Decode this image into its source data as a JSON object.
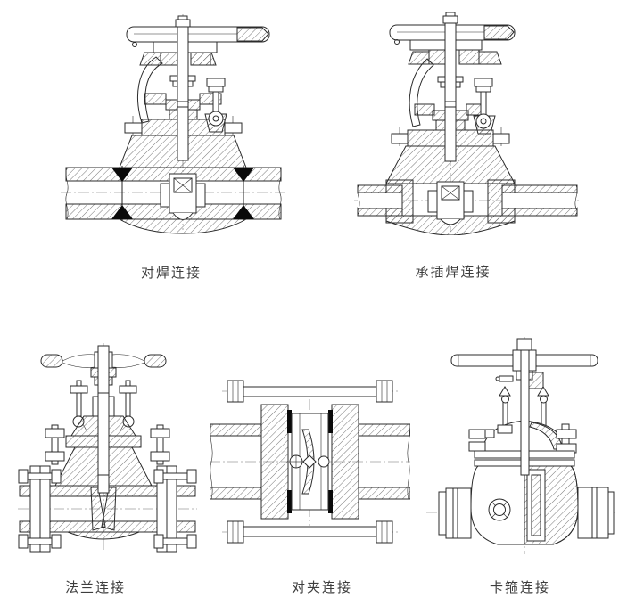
{
  "page": {
    "background": "#ffffff",
    "line_color": "#2b2b2b",
    "weld_symbol_color": "#0a0a0a",
    "caption_color": "#3d3d3d"
  },
  "figures": [
    {
      "name": "butt-weld-valve",
      "label": "对焊连接"
    },
    {
      "name": "socket-weld-valve",
      "label": "承插焊连接"
    },
    {
      "name": "flange-valve",
      "label": "法兰连接"
    },
    {
      "name": "wafer-valve",
      "label": "对夹连接"
    },
    {
      "name": "clamp-valve",
      "label": "卡箍连接"
    }
  ]
}
